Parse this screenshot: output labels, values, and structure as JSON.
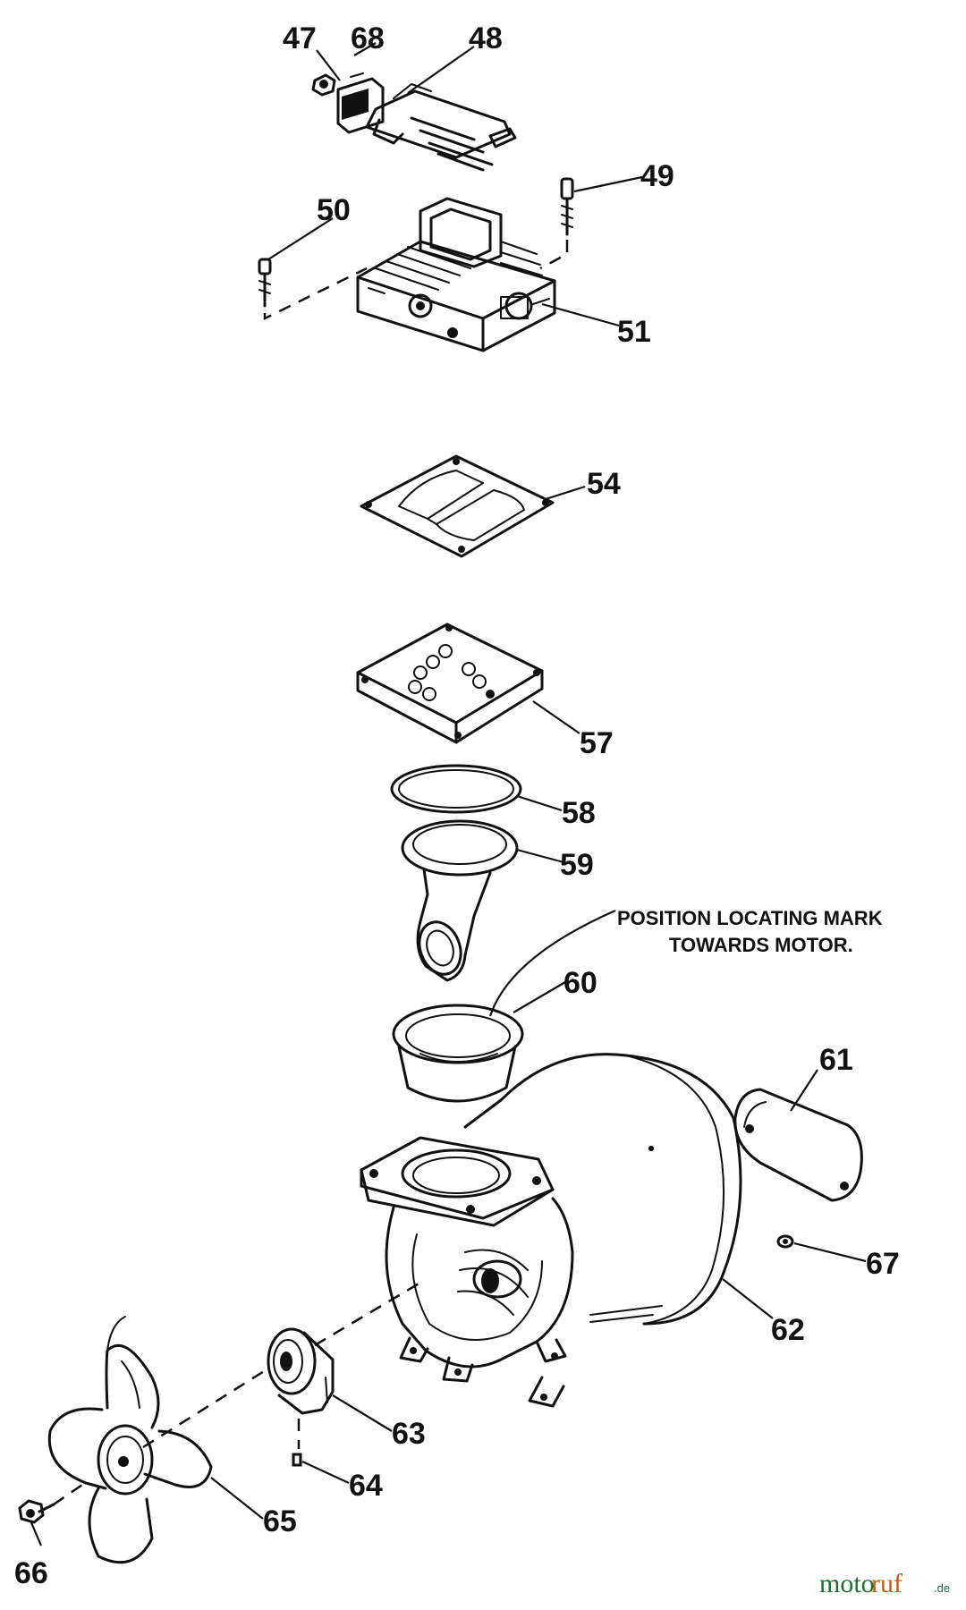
{
  "parts": {
    "p47": "47",
    "p68": "68",
    "p48": "48",
    "p49": "49",
    "p50": "50",
    "p51": "51",
    "p54": "54",
    "p57": "57",
    "p58": "58",
    "p59": "59",
    "p60": "60",
    "p61": "61",
    "p62": "62",
    "p63": "63",
    "p64": "64",
    "p65": "65",
    "p66": "66",
    "p67": "67"
  },
  "note": {
    "line1": "POSITION LOCATING MARK",
    "line2": "TOWARDS MOTOR."
  },
  "watermark": {
    "part1": "moto",
    "part2": "ruf",
    "suffix": ".de"
  },
  "colors": {
    "ink": "#111111",
    "watermark_green": "#1f6f2e",
    "watermark_orange": "#c25a12"
  }
}
